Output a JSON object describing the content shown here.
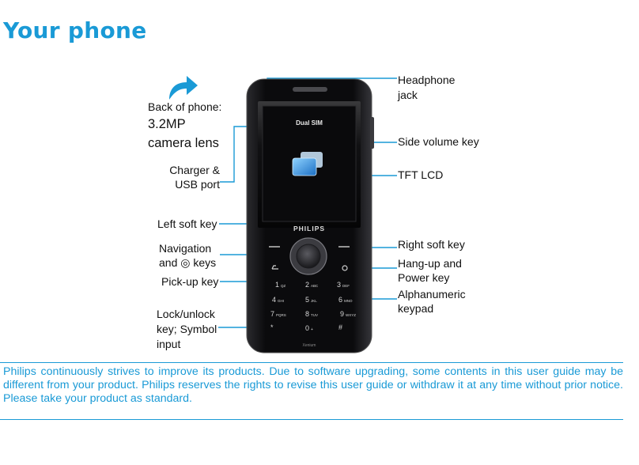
{
  "page": {
    "title": "Your phone",
    "accent_color": "#1a9ad6"
  },
  "labels": {
    "back_of_phone": "Back of phone:",
    "camera_line1": "3.2MP",
    "camera_line2": "camera lens",
    "charger_line1": "Charger &",
    "charger_line2": "USB port",
    "left_soft_key": "Left soft key",
    "navigation_line1": "Navigation",
    "navigation_line2": "and ◎ keys",
    "pickup_key": "Pick-up key",
    "lock_line1": "Lock/unlock",
    "lock_line2": "key;  Symbol",
    "lock_line3": "input",
    "headphone_line1": "Headphone",
    "headphone_line2": "jack",
    "side_volume_key": "Side volume key",
    "tft_lcd": "TFT LCD",
    "right_soft_key": "Right soft key",
    "hangup_line1": "Hang-up   and",
    "hangup_line2": "Power key",
    "alnum_line1": "Alphanumeric",
    "alnum_line2": "keypad"
  },
  "phone": {
    "screen_label": "Dual SIM",
    "brand": "PHILIPS",
    "model": "Xenium",
    "keys": [
      {
        "digit": "1",
        "letters": "QZ"
      },
      {
        "digit": "2",
        "letters": "ABC"
      },
      {
        "digit": "3",
        "letters": "DEF"
      },
      {
        "digit": "4",
        "letters": "GHI"
      },
      {
        "digit": "5",
        "letters": "JKL"
      },
      {
        "digit": "6",
        "letters": "MNO"
      },
      {
        "digit": "7",
        "letters": "PQRS"
      },
      {
        "digit": "8",
        "letters": "TUV"
      },
      {
        "digit": "9",
        "letters": "WXYZ"
      },
      {
        "digit": "*",
        "letters": ""
      },
      {
        "digit": "0",
        "letters": "+"
      },
      {
        "digit": "#",
        "letters": ""
      }
    ]
  },
  "footer": {
    "note": "Philips continuously strives to improve its products. Due to software upgrading, some contents in this user guide may be different from your product. Philips reserves the rights to revise this user guide or withdraw it at any time without prior notice.  Please take your product as standard."
  }
}
